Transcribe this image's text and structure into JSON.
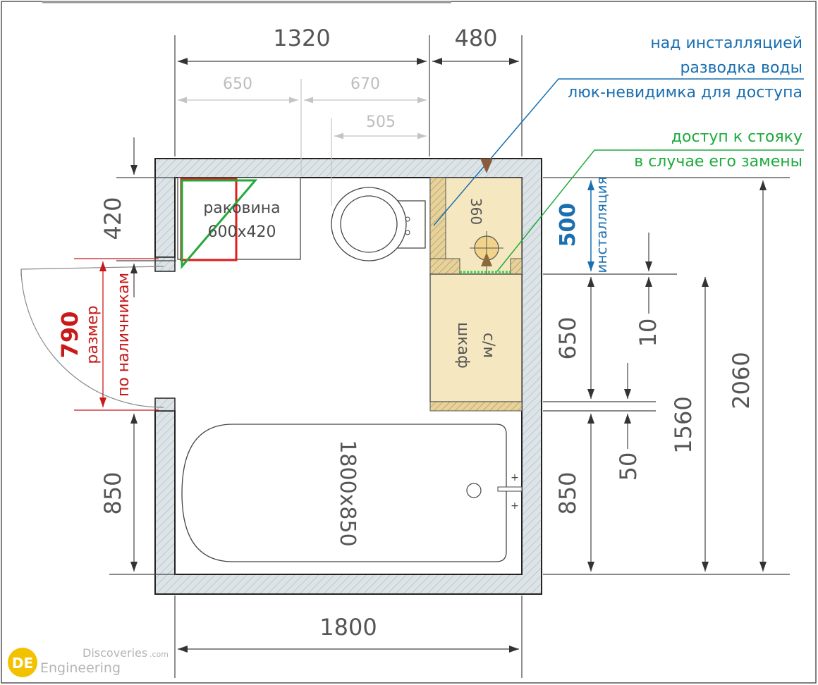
{
  "dimensions": {
    "top_1320": "1320",
    "top_480": "480",
    "sub_650": "650",
    "sub_670": "670",
    "sub_505": "505",
    "left_420": "420",
    "left_850": "850",
    "bottom_1800": "1800",
    "right_650": "650",
    "right_850": "850",
    "right_10": "10",
    "right_50": "50",
    "right_1560": "1560",
    "right_2060": "2060",
    "install_500": "500",
    "install_label": "инсталляция"
  },
  "door": {
    "width": "790",
    "label_line1": "размер",
    "label_line2": "по наличникам"
  },
  "fixtures": {
    "sink_name": "раковина",
    "sink_size": "600x420",
    "bath_size": "1800x850",
    "cabinet_label1": "шкаф",
    "cabinet_label2": "с/м",
    "niche_360": "360"
  },
  "notes": {
    "blue_line1": "над инсталляцией",
    "blue_line2": "разводка воды",
    "blue_line3": "люк-невидимка для доступа",
    "green_line1": "доступ к стояку",
    "green_line2": "в случае его замены"
  },
  "watermark": {
    "word1": "Discoveries",
    "domain": ".com",
    "word2": "Engineering",
    "logo_letters": "DE"
  },
  "colors": {
    "wall_fill": "#dde4e8",
    "cabinet_fill": "#f5e7c0",
    "dim_dark": "#333333",
    "dim_light": "#bdbdbd",
    "door_red": "#c81a1a",
    "note_blue": "#1a6fb0",
    "note_green": "#1faa3c",
    "logo_yellow": "#f2c200"
  }
}
